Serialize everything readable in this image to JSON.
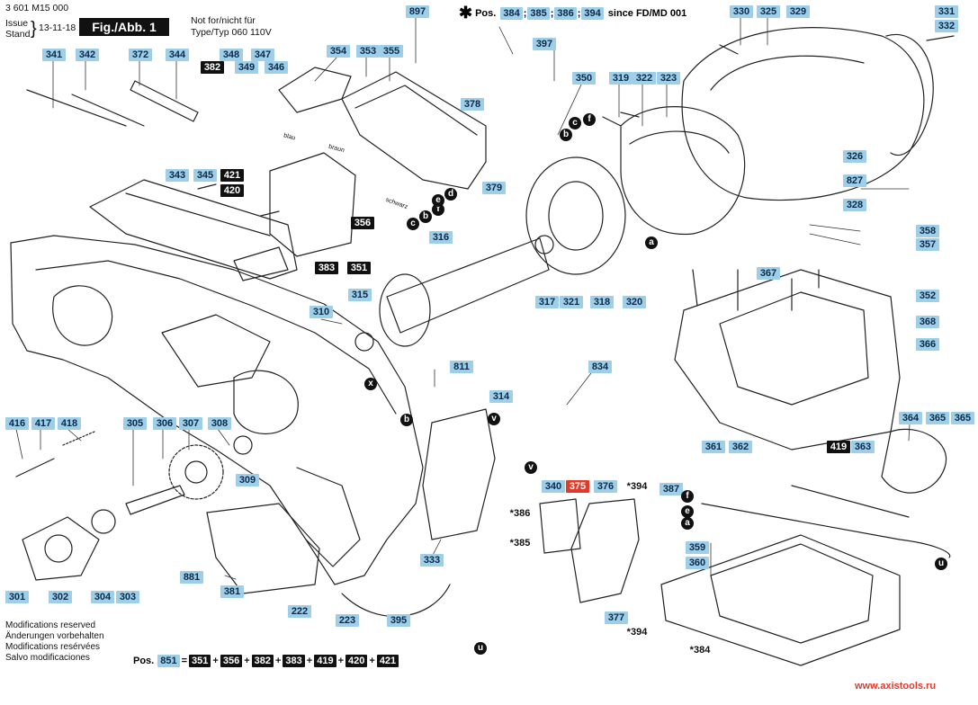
{
  "header": {
    "doc_number": "3 601 M15 000",
    "issue_label": "Issue",
    "stand_label": "Stand",
    "date": "13-11-18",
    "fig_label": "Fig./Abb. 1",
    "not_for": "Not for/nicht für",
    "type_note": "Type/Typ 060 110V"
  },
  "pos_note": {
    "star": "✱",
    "prefix": "Pos.",
    "parts": [
      "384",
      "385",
      "386",
      "394"
    ],
    "suffix": "since FD/MD 001"
  },
  "modifications": [
    "Modifications reserved",
    "Änderungen vorbehalten",
    "Modifications resérvées",
    "Salvo modificaciones"
  ],
  "footer_formula": {
    "prefix": "Pos.",
    "target": "851",
    "equals": "=",
    "plus": "+",
    "parts": [
      "351",
      "356",
      "382",
      "383",
      "419",
      "420",
      "421"
    ]
  },
  "wire_labels": {
    "blau": "blau",
    "braun": "braun",
    "schwarz": "schwarz"
  },
  "callouts": [
    {
      "id": "341",
      "style": "normal"
    },
    {
      "id": "342",
      "style": "normal"
    },
    {
      "id": "372",
      "style": "normal"
    },
    {
      "id": "344",
      "style": "normal"
    },
    {
      "id": "348",
      "style": "normal"
    },
    {
      "id": "382",
      "style": "dark"
    },
    {
      "id": "349",
      "style": "normal"
    },
    {
      "id": "347",
      "style": "normal"
    },
    {
      "id": "346",
      "style": "normal"
    },
    {
      "id": "354",
      "style": "normal"
    },
    {
      "id": "353",
      "style": "normal"
    },
    {
      "id": "355",
      "style": "normal"
    },
    {
      "id": "897",
      "style": "normal"
    },
    {
      "id": "397",
      "style": "normal"
    },
    {
      "id": "378",
      "style": "normal"
    },
    {
      "id": "379",
      "style": "normal"
    },
    {
      "id": "350",
      "style": "normal"
    },
    {
      "id": "319",
      "style": "normal"
    },
    {
      "id": "322",
      "style": "normal"
    },
    {
      "id": "323",
      "style": "normal"
    },
    {
      "id": "330",
      "style": "normal"
    },
    {
      "id": "325",
      "style": "normal"
    },
    {
      "id": "329",
      "style": "normal"
    },
    {
      "id": "331",
      "style": "normal"
    },
    {
      "id": "332",
      "style": "normal"
    },
    {
      "id": "326",
      "style": "normal"
    },
    {
      "id": "827",
      "style": "normal"
    },
    {
      "id": "328",
      "style": "normal"
    },
    {
      "id": "358",
      "style": "normal"
    },
    {
      "id": "357",
      "style": "normal"
    },
    {
      "id": "343",
      "style": "normal"
    },
    {
      "id": "345",
      "style": "normal"
    },
    {
      "id": "421",
      "style": "dark"
    },
    {
      "id": "420",
      "style": "dark"
    },
    {
      "id": "356",
      "style": "dark"
    },
    {
      "id": "383",
      "style": "dark"
    },
    {
      "id": "351",
      "style": "dark"
    },
    {
      "id": "316",
      "style": "normal"
    },
    {
      "id": "317",
      "style": "normal"
    },
    {
      "id": "321",
      "style": "normal"
    },
    {
      "id": "318",
      "style": "normal"
    },
    {
      "id": "320",
      "style": "normal"
    },
    {
      "id": "367",
      "style": "normal"
    },
    {
      "id": "352",
      "style": "normal"
    },
    {
      "id": "368",
      "style": "normal"
    },
    {
      "id": "366",
      "style": "normal"
    },
    {
      "id": "315",
      "style": "normal"
    },
    {
      "id": "310",
      "style": "normal"
    },
    {
      "id": "811",
      "style": "normal"
    },
    {
      "id": "834",
      "style": "normal"
    },
    {
      "id": "314",
      "style": "normal"
    },
    {
      "id": "416",
      "style": "normal"
    },
    {
      "id": "417",
      "style": "normal"
    },
    {
      "id": "418",
      "style": "normal"
    },
    {
      "id": "305",
      "style": "normal"
    },
    {
      "id": "306",
      "style": "normal"
    },
    {
      "id": "307",
      "style": "normal"
    },
    {
      "id": "308",
      "style": "normal"
    },
    {
      "id": "309",
      "style": "normal"
    },
    {
      "id": "364",
      "style": "normal"
    },
    {
      "id": "365",
      "style": "normal"
    },
    {
      "id": "365b",
      "label": "365",
      "style": "normal"
    },
    {
      "id": "419",
      "style": "dark"
    },
    {
      "id": "363",
      "style": "normal"
    },
    {
      "id": "361",
      "style": "normal"
    },
    {
      "id": "362",
      "style": "normal"
    },
    {
      "id": "340",
      "style": "normal"
    },
    {
      "id": "375",
      "style": "red"
    },
    {
      "id": "376",
      "style": "normal"
    },
    {
      "id": "394a",
      "label": "394",
      "style": "star"
    },
    {
      "id": "387",
      "style": "normal"
    },
    {
      "id": "386",
      "style": "star"
    },
    {
      "id": "385",
      "style": "star"
    },
    {
      "id": "333",
      "style": "normal"
    },
    {
      "id": "359",
      "style": "normal"
    },
    {
      "id": "360",
      "style": "normal"
    },
    {
      "id": "301",
      "style": "normal"
    },
    {
      "id": "302",
      "style": "normal"
    },
    {
      "id": "304",
      "style": "normal"
    },
    {
      "id": "303",
      "style": "normal"
    },
    {
      "id": "881",
      "style": "normal"
    },
    {
      "id": "381",
      "style": "normal"
    },
    {
      "id": "222",
      "style": "normal"
    },
    {
      "id": "223",
      "style": "normal"
    },
    {
      "id": "395",
      "style": "normal"
    },
    {
      "id": "377",
      "style": "normal"
    },
    {
      "id": "394b",
      "label": "394",
      "style": "star"
    },
    {
      "id": "384",
      "style": "star"
    }
  ],
  "connectors": [
    {
      "id": "c1",
      "letter": "c"
    },
    {
      "id": "b1",
      "letter": "b"
    },
    {
      "id": "f1",
      "letter": "f"
    },
    {
      "id": "e1",
      "letter": "e"
    },
    {
      "id": "d1",
      "letter": "d"
    },
    {
      "id": "c2",
      "letter": "c"
    },
    {
      "id": "b2",
      "letter": "b"
    },
    {
      "id": "f2",
      "letter": "f"
    },
    {
      "id": "a1",
      "letter": "a"
    },
    {
      "id": "x1",
      "letter": "x"
    },
    {
      "id": "b3",
      "letter": "b"
    },
    {
      "id": "v1",
      "letter": "v"
    },
    {
      "id": "v2",
      "letter": "v"
    },
    {
      "id": "u1",
      "letter": "u"
    },
    {
      "id": "f3",
      "letter": "f"
    },
    {
      "id": "e2",
      "letter": "e"
    },
    {
      "id": "a2",
      "letter": "a"
    },
    {
      "id": "u2",
      "letter": "u"
    }
  ],
  "watermark": "www.axistools.ru"
}
